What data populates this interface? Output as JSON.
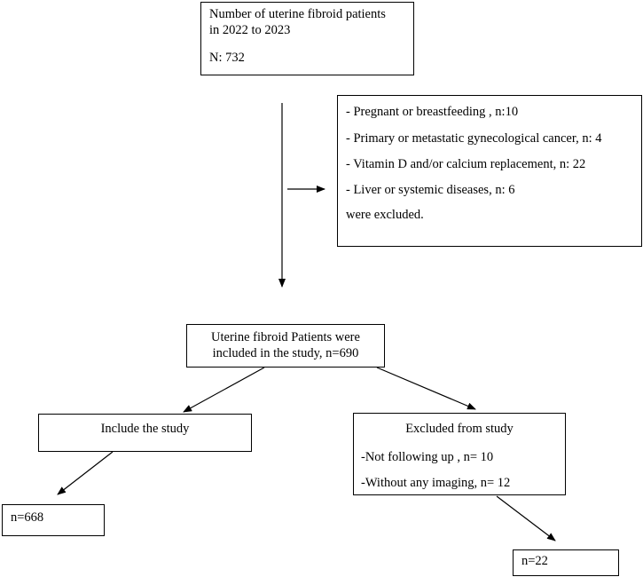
{
  "top": {
    "line1": "Number of uterine fibroid patients",
    "line2": "in 2022 to 2023",
    "count": "N: 732"
  },
  "exclusions": {
    "items": [
      "- Pregnant or breastfeeding , n:10",
      "- Primary or metastatic gynecological cancer, n: 4",
      "- Vitamin D and/or calcium replacement, n: 22",
      "- Liver or systemic diseases, n: 6"
    ],
    "footer": "were excluded."
  },
  "included": {
    "line1": "Uterine fibroid Patients were",
    "line2": "included in the study, n=690"
  },
  "include_study": {
    "label": "Include the study",
    "result": "n=668"
  },
  "excluded_study": {
    "title": "Excluded from study",
    "items": [
      "-Not following up , n= 10",
      "-Without any imaging, n= 12"
    ],
    "result": "n=22"
  }
}
